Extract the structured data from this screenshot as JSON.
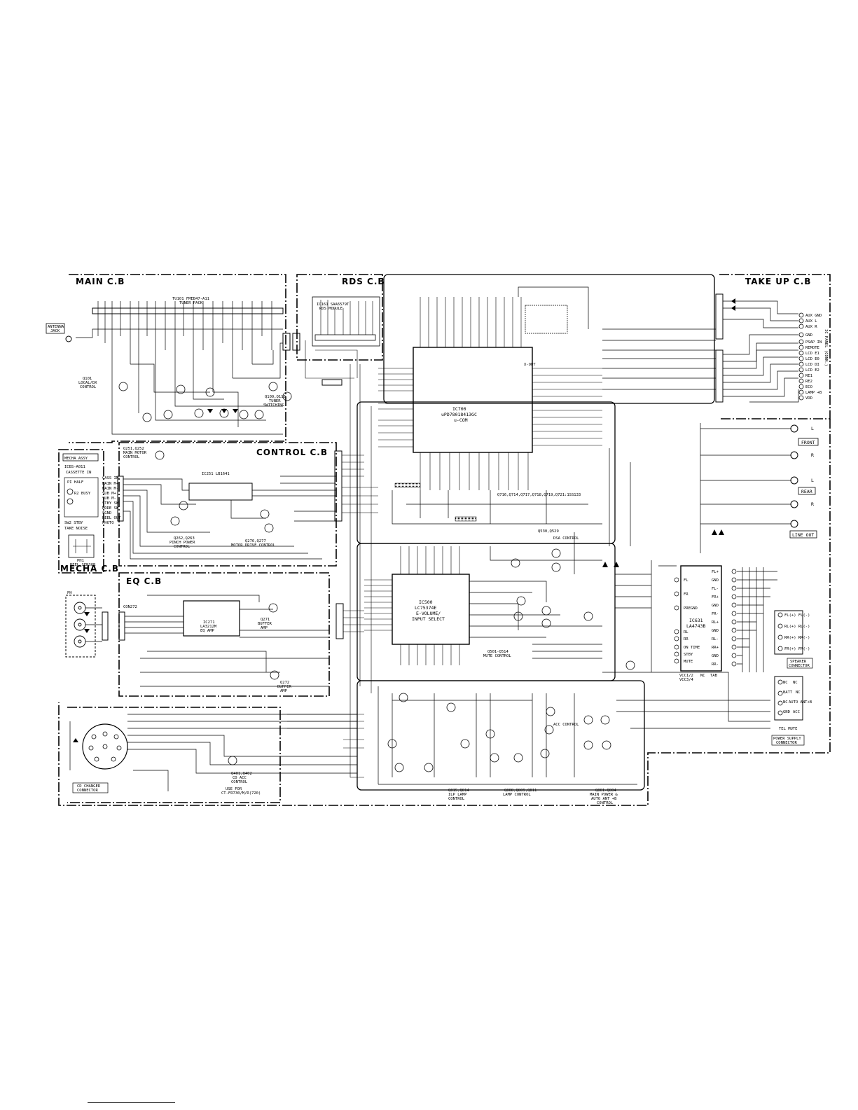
{
  "blocks": {
    "main": "MAIN C.B",
    "rds": "RDS C.B",
    "take_up": "TAKE UP C.B",
    "control": "CONTROL C.B",
    "mecha_assy": "MECHA ASSY",
    "mecha": "MECHA C.B",
    "eq": "EQ C.B"
  },
  "main_cb": {
    "antenna": [
      "ANTENNA",
      "JACK"
    ],
    "q101": [
      "Q101",
      "LOCAL/DX",
      "CONTROL"
    ],
    "tuner": [
      "TU101 FMEB47-A11",
      "TUNER PACK"
    ],
    "tuner_switch": [
      "Q109,Q110",
      "TUNER",
      "SWITCHING"
    ]
  },
  "rds_cb": {
    "ic161": [
      "IC161 SAA6579T",
      "RDS MODULE"
    ]
  },
  "cpu": {
    "ic": [
      "IC700",
      "uPD78018413GC",
      "u-COM"
    ],
    "x_out": "X-OUT",
    "bottom_note": "Q716,Q714,Q717,Q718,Q719,Q721:1SS133"
  },
  "control_cb": {
    "q251": [
      "Q251,Q252",
      "MAIN MOTOR",
      "CONTROL"
    ],
    "ic251": "IC251 LB1641",
    "pinch": [
      "Q262,Q263",
      "PINCH POWER",
      "CONTROL"
    ],
    "motor": [
      "Q276,Q277",
      "MOTOR DRIVE CONTROL"
    ]
  },
  "mecha_assy": {
    "model": "ICBS-A011",
    "lines": [
      "CASSETTE IN",
      "PI HALF",
      "R2 BUSY",
      "SW2 STBY",
      "TAKE NOISE"
    ],
    "reel_sensor": [
      "PH1",
      "REEL SENSOR"
    ]
  },
  "mecha_conn_pins": [
    "CASS IN",
    "MAIN M+",
    "MAIN M-",
    "SUB M+",
    "SUB M-",
    "STBY SW",
    "MODE SW",
    "SGND",
    "REEL OUT",
    "PHOTO"
  ],
  "eq_cb": {
    "ph": "PH",
    "con272": "CON272",
    "ic271": [
      "IC271",
      "LA3212M",
      "EQ AMP"
    ],
    "buffer_amp": [
      "Q271",
      "BUFFER",
      "AMP"
    ],
    "buffer_amp2": [
      "Q272",
      "BUFFER",
      "AMP"
    ]
  },
  "evol": {
    "ic": [
      "IC500",
      "LC75374E",
      "E-VOLUME/",
      "INPUT SELECT"
    ],
    "q530": "Q530,Q529",
    "dsa": "DSA CONTROL",
    "mute": [
      "Q501-Q514",
      "MUTE CONTROL"
    ]
  },
  "power_amp": {
    "ic": [
      "IC631",
      "LA4743B"
    ],
    "pins_left": [
      "FL+",
      "GND",
      "FL-",
      "FR+",
      "GND",
      "FR-",
      "RL+",
      "GND",
      "RL-",
      "RR+",
      "GND",
      "RR-"
    ],
    "pins_mid": [
      "FL",
      "FR",
      "PREGND",
      "RL",
      "RR",
      "ON TIME",
      "STBY",
      "MUTE",
      "VCC1/2",
      "VCC3/4",
      "NC",
      "TAB"
    ],
    "speaker_conn": [
      "SPEAKER",
      "CONNECTOR"
    ],
    "speaker_pins": [
      "FL(+) FL(-)",
      "RL(+) RL(-)",
      "RR(+) RR(-)",
      "FR(+) FR(-)"
    ],
    "power_conn": [
      "POWER SUPPLY",
      "CONNECTOR"
    ],
    "power_pins": [
      "NC",
      "NC",
      "BATT",
      "NC",
      "NC",
      "AUTO ANT+B",
      "GND",
      "ACC"
    ],
    "tel_mute": "TEL MUTE"
  },
  "take_up": {
    "ic_label": "IC PANEL (CONN.)",
    "pins": [
      "AUX GND",
      "AUX L",
      "AUX R",
      "GND",
      "PSAP IN",
      "REMOTE",
      "LCD E1",
      "LCD E0",
      "LCD DI",
      "LCD E2",
      "RE1",
      "RE2",
      "ECO",
      "LAMP +B",
      "VDD"
    ]
  },
  "outputs": {
    "front": "FRONT",
    "rear": "REAR",
    "line_out": "LINE OUT",
    "l": "L",
    "r": "R"
  },
  "bottom": {
    "cd_changer": [
      "CD CHANGER",
      "CONNECTOR"
    ],
    "cd_control": [
      "Q401,Q402",
      "CD ACC",
      "CONTROL"
    ],
    "use_for": [
      "USE FOR",
      "CT-FR730/M/R(720)"
    ],
    "q815": [
      "Q815,Q814",
      "ILP LAMP",
      "CONTROL"
    ],
    "q808": [
      "Q808,Q809,Q811",
      "LAMP CONTROL"
    ],
    "q801": [
      "Q801-Q804",
      "MAIN POWER &",
      "AUTO ANT +B",
      "CONTROL"
    ],
    "acc": "ACC CONTROL"
  },
  "colors": {
    "ink": "#000000",
    "paper": "#ffffff"
  }
}
